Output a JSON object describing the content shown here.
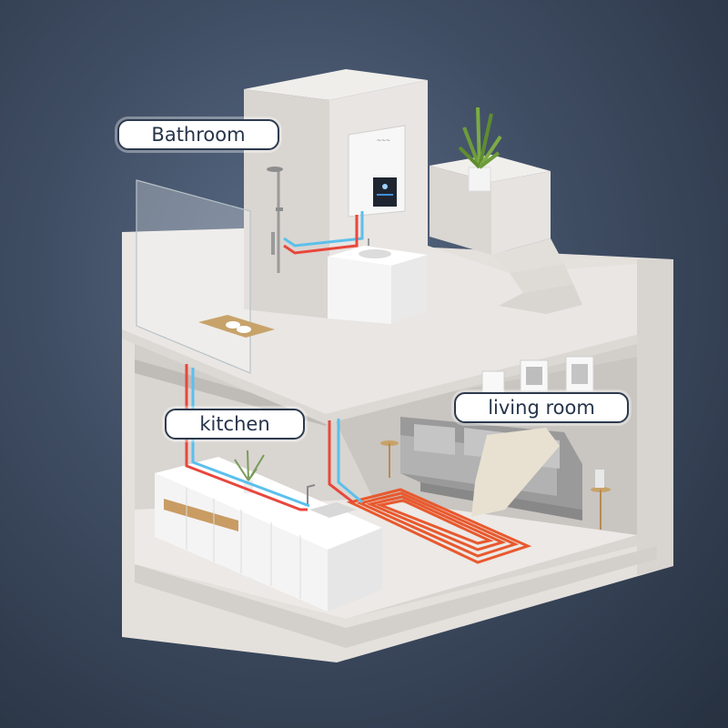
{
  "labels": {
    "bathroom": "Bathroom",
    "kitchen": "kitchen",
    "living_room": "living room"
  },
  "colors": {
    "background_dark": "#26303f",
    "background_light": "#5a6c86",
    "hot_pipe": "#e8473c",
    "cold_pipe": "#5cc0ec",
    "floor_heating": "#e8592e",
    "wall": "#e7e3df",
    "label_border": "#2c3a4e"
  },
  "icons": {
    "heater": "water-heater-icon",
    "plant": "potted-plant-icon",
    "shower": "shower-icon",
    "sofa": "sofa-icon"
  }
}
